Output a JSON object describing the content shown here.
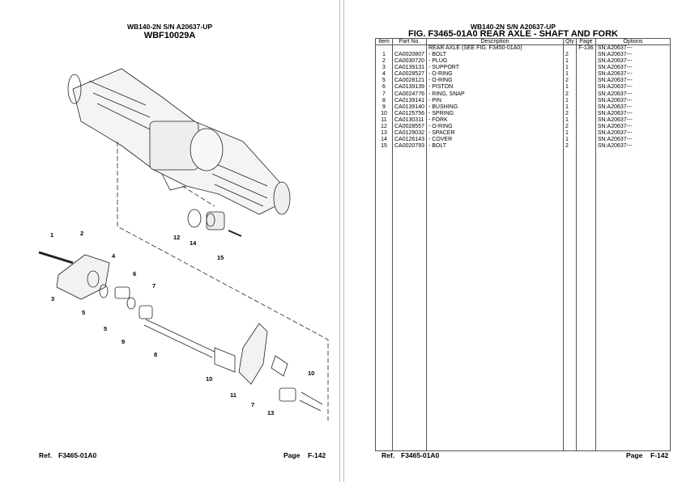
{
  "left": {
    "model": "WB140-2N S/N A20637-UP",
    "drawing_id": "WBF10029A",
    "ref_label": "Ref.",
    "ref_value": "F3465-01A0",
    "page_label": "Page",
    "page_value": "F-142",
    "callouts": [
      "1",
      "2",
      "4",
      "6",
      "7",
      "3",
      "5",
      "5",
      "9",
      "8",
      "12",
      "14",
      "15",
      "10",
      "11",
      "7",
      "13",
      "10"
    ]
  },
  "right": {
    "model": "WB140-2N S/N A20637-UP",
    "title": "FIG. F3465-01A0 REAR AXLE - SHAFT AND FORK",
    "ref_label": "Ref.",
    "ref_value": "F3465-01A0",
    "page_label": "Page",
    "page_value": "F-142",
    "columns": [
      "Item",
      "Part No.",
      "Description",
      "Qty",
      "Page",
      "Options"
    ],
    "rows": [
      [
        "",
        "",
        "REAR AXLE (SEE FIG. F3450-01A0)",
        "",
        "F-136",
        "SN:A20637---"
      ],
      [
        "1",
        "CA0020807",
        "-  BOLT",
        "2",
        "",
        "SN:A20637---"
      ],
      [
        "2",
        "CA0030720",
        "-  PLUG",
        "1",
        "",
        "SN:A20637---"
      ],
      [
        "3",
        "CA0139131",
        "-  SUPPORT",
        "1",
        "",
        "SN:A20637---"
      ],
      [
        "4",
        "CA0028527",
        "-  O-RING",
        "1",
        "",
        "SN:A20637---"
      ],
      [
        "5",
        "CA0028121",
        "-  O-RING",
        "2",
        "",
        "SN:A20637---"
      ],
      [
        "6",
        "CA0139139",
        "-  PISTON",
        "1",
        "",
        "SN:A20637---"
      ],
      [
        "7",
        "CA0024776",
        "-  RING, SNAP",
        "2",
        "",
        "SN:A20637---"
      ],
      [
        "8",
        "CA0139141",
        "-  PIN",
        "1",
        "",
        "SN:A20637---"
      ],
      [
        "9",
        "CA0139140",
        "-  BUSHING",
        "1",
        "",
        "SN:A20637---"
      ],
      [
        "10",
        "CA0125756",
        "-  SPRING",
        "2",
        "",
        "SN:A20637---"
      ],
      [
        "11",
        "CA0130311",
        "-  FORK",
        "1",
        "",
        "SN:A20637---"
      ],
      [
        "12",
        "CA0028557",
        "-  O-RING",
        "2",
        "",
        "SN:A20637---"
      ],
      [
        "13",
        "CA0129032",
        "-  SPACER",
        "1",
        "",
        "SN:A20637---"
      ],
      [
        "14",
        "CA0126143",
        "-  COVER",
        "1",
        "",
        "SN:A20637---"
      ],
      [
        "15",
        "CA0020793",
        "-  BOLT",
        "2",
        "",
        "SN:A20637---"
      ]
    ]
  }
}
